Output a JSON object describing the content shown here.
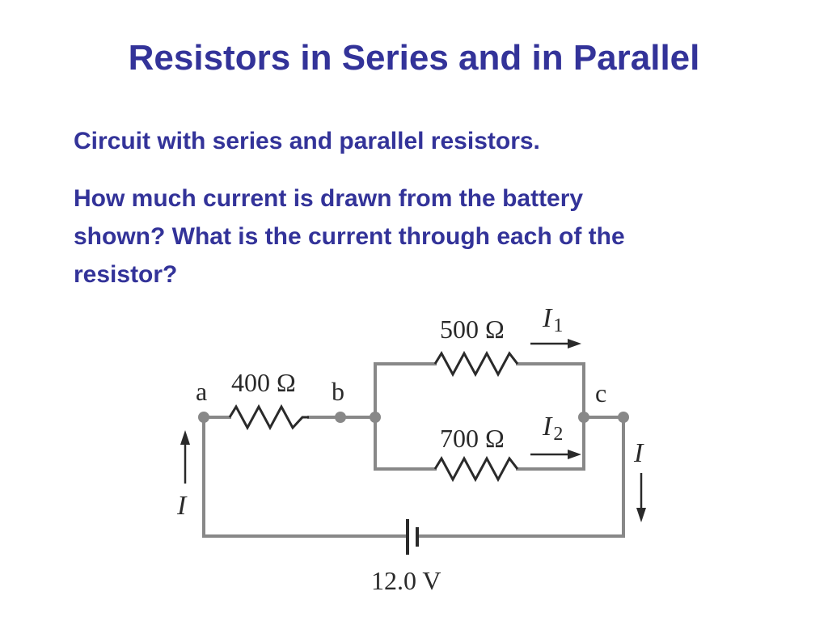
{
  "title": "Resistors in Series and in Parallel",
  "paragraphs": {
    "p1": "Circuit with series and parallel resistors.",
    "p2": "How much current is drawn from the battery shown? What is the current through each of the resistor?"
  },
  "circuit": {
    "nodes": {
      "a": "a",
      "b": "b",
      "c": "c"
    },
    "resistors": {
      "r1": "400 Ω",
      "r2": "500 Ω",
      "r3": "700 Ω"
    },
    "battery": "12.0 V",
    "currents": {
      "main": "I",
      "i1": "I",
      "i1_sub": "1",
      "i2": "I",
      "i2_sub": "2"
    }
  }
}
